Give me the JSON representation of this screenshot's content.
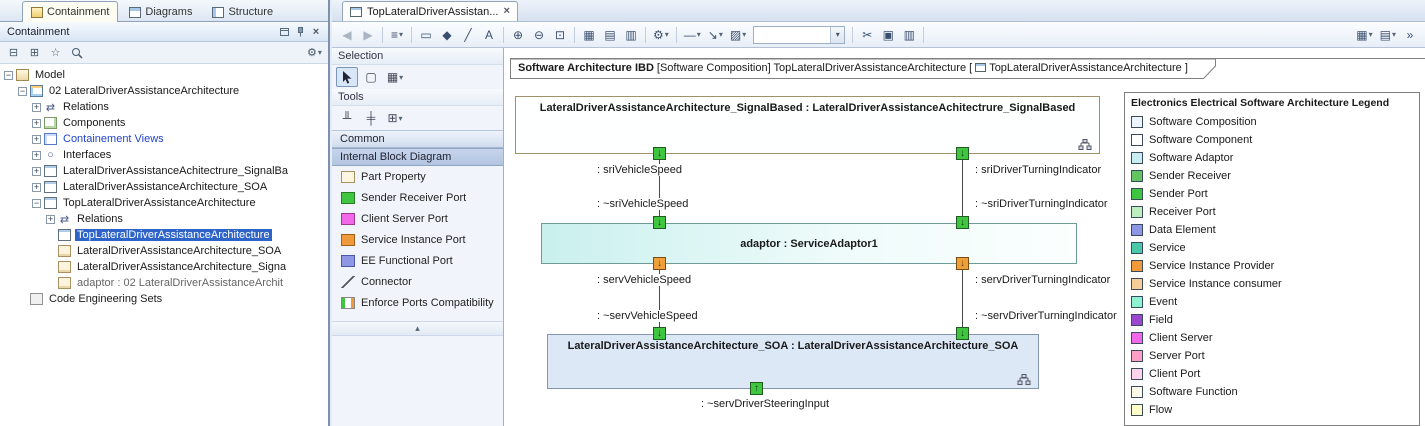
{
  "colors": {
    "selection_highlight": "#2e63c8",
    "sender_port_green": "#3fc53f",
    "service_instance_orange": "#f0a03a",
    "adaptor_fill": "#c9f0ee",
    "soa_block_fill": "#dde8f7",
    "signal_block_border": "#a2906a"
  },
  "left_panel": {
    "tabs": [
      {
        "label": "Containment"
      },
      {
        "label": "Diagrams"
      },
      {
        "label": "Structure"
      }
    ],
    "panel_title": "Containment",
    "header_icon_names": [
      "float-window-icon",
      "pin-icon",
      "close-icon"
    ],
    "toolbar_icon_names": [
      "collapse-all-icon",
      "filter-icon",
      "favorites-icon",
      "search-icon",
      "settings-icon"
    ],
    "tree": [
      {
        "label": "Model",
        "level": 0,
        "exp": "minus",
        "icon": "model"
      },
      {
        "label": "02 LateralDriverAssistanceArchitecture",
        "level": 1,
        "exp": "minus",
        "icon": "package-diagram"
      },
      {
        "label": "Relations",
        "level": 2,
        "exp": "plus",
        "icon": "relations"
      },
      {
        "label": "Components",
        "level": 2,
        "exp": "plus",
        "icon": "components"
      },
      {
        "label": "Containement Views",
        "level": 2,
        "exp": "plus",
        "icon": "views",
        "link": true
      },
      {
        "label": "Interfaces",
        "level": 2,
        "exp": "plus",
        "icon": "interfaces"
      },
      {
        "label": "LateralDriverAssistanceAchitectrure_SignalBa",
        "level": 2,
        "exp": "plus",
        "icon": "ibd-diagram"
      },
      {
        "label": "LateralDriverAssistanceArchitecture_SOA",
        "level": 2,
        "exp": "plus",
        "icon": "ibd-diagram"
      },
      {
        "label": "TopLateralDriverAssistanceArchitecture",
        "level": 2,
        "exp": "minus",
        "icon": "ibd-diagram"
      },
      {
        "label": "Relations",
        "level": 3,
        "exp": "plus",
        "icon": "relations"
      },
      {
        "label": "TopLateralDriverAssistanceArchitecture",
        "level": 3,
        "exp": "none",
        "icon": "ibd-diagram",
        "selected": true
      },
      {
        "label": "LateralDriverAssistanceArchitecture_SOA",
        "level": 3,
        "exp": "none",
        "icon": "part"
      },
      {
        "label": "LateralDriverAssistanceArchitecture_Signa",
        "level": 3,
        "exp": "none",
        "icon": "part"
      },
      {
        "label": "adaptor : 02 LateralDriverAssistanceArchit",
        "level": 3,
        "exp": "none",
        "icon": "part",
        "muted": true
      },
      {
        "label": "Code Engineering Sets",
        "level": 1,
        "exp": "none",
        "icon": "code"
      }
    ]
  },
  "document": {
    "tab_label": "TopLateralDriverAssistan..."
  },
  "toolbar": {
    "items": [
      {
        "name": "back-icon",
        "glyph": "◀",
        "muted": true
      },
      {
        "name": "forward-icon",
        "glyph": "▶",
        "muted": true
      },
      {
        "sep": true
      },
      {
        "name": "containment-mode-icon",
        "glyph": "≡",
        "dd": true
      },
      {
        "sep": true
      },
      {
        "name": "note-icon",
        "glyph": "▭"
      },
      {
        "name": "anchor-icon",
        "glyph": "◆"
      },
      {
        "name": "line-icon",
        "glyph": "╱"
      },
      {
        "name": "text-box-icon",
        "glyph": "A"
      },
      {
        "sep": true
      },
      {
        "name": "zoom-in-icon",
        "glyph": "⊕"
      },
      {
        "name": "zoom-out-icon",
        "glyph": "⊖"
      },
      {
        "name": "zoom-fit-icon",
        "glyph": "⊡"
      },
      {
        "sep": true
      },
      {
        "name": "dependency-matrix-icon",
        "glyph": "▦"
      },
      {
        "name": "table-icon",
        "glyph": "▤"
      },
      {
        "name": "documentation-icon",
        "glyph": "▥"
      },
      {
        "sep": true
      },
      {
        "name": "gear-icon",
        "glyph": "⚙",
        "dd": true
      },
      {
        "sep": true
      },
      {
        "name": "line-style-icon",
        "glyph": "—",
        "dd": true
      },
      {
        "name": "arrow-style-icon",
        "glyph": "↘",
        "dd": true
      },
      {
        "name": "fill-color-icon",
        "glyph": "▨",
        "dd": true
      },
      {
        "combo": true
      },
      {
        "sep": true
      },
      {
        "name": "cut-icon",
        "glyph": "✂"
      },
      {
        "name": "copy-icon",
        "glyph": "▣"
      },
      {
        "name": "paste-icon",
        "glyph": "▥"
      },
      {
        "sep": true
      },
      {
        "name": "grid-options-icon",
        "glyph": "▦",
        "dd": true,
        "right": true
      },
      {
        "name": "layout-options-icon",
        "glyph": "▤",
        "dd": true
      },
      {
        "name": "toolbar-overflow-icon",
        "glyph": "»"
      }
    ]
  },
  "palette": {
    "selection_header": "Selection",
    "tools_header": "Tools",
    "selection_tool_names": [
      "select-cursor-icon",
      "marquee-select-icon",
      "magnifier-tool-icon"
    ],
    "tools_tool_names": [
      "align-icon",
      "distribute-icon",
      "match-size-icon"
    ],
    "section_common": "Common",
    "section_ibd": "Internal Block Diagram",
    "items": [
      {
        "label": "Part Property",
        "icon": "part-property-icon"
      },
      {
        "label": "Sender Receiver Port",
        "icon": "sender-receiver-port-icon"
      },
      {
        "label": "Client Server Port",
        "icon": "client-server-port-icon"
      },
      {
        "label": "Service Instance Port",
        "icon": "service-instance-port-icon"
      },
      {
        "label": "EE Functional Port",
        "icon": "ee-functional-port-icon"
      },
      {
        "label": "Connector",
        "icon": "connector-icon"
      },
      {
        "label": "Enforce Ports Compatibility",
        "icon": "enforce-ports-icon"
      }
    ]
  },
  "diagram": {
    "frame_title_bold": "Software Architecture IBD",
    "frame_title_mid": "[Software Composition] TopLateralDriverAssistanceArchitecture [",
    "frame_title_tail": "TopLateralDriverAssistanceArchitecture ]",
    "blocks": {
      "signal_based": "LateralDriverAssistanceArchitecture_SignalBased : LateralDriverAssistanceAchitectrure_SignalBased",
      "adaptor": "adaptor : ServiceAdaptor1",
      "soa": "LateralDriverAssistanceArchitecture_SOA : LateralDriverAssistanceArchitecture_SOA"
    },
    "port_labels": {
      "sri_vehicle_speed": ": sriVehicleSpeed",
      "sri_driver_turning": ": sriDriverTurningIndicator",
      "tilde_sri_vehicle_speed": ": ~sriVehicleSpeed",
      "tilde_sri_driver_turning": ": ~sriDriverTurningIndicator",
      "serv_vehicle_speed": ": servVehicleSpeed",
      "serv_driver_turning": ": servDriverTurningIndicator",
      "tilde_serv_vehicle_speed": ": ~servVehicleSpeed",
      "tilde_serv_driver_turning": ": ~servDriverTurningIndicator",
      "tilde_serv_driver_steering": ": ~servDriverSteeringInput"
    }
  },
  "legend": {
    "title": "Electronics Electrical Software Architecture Legend",
    "items": [
      {
        "label": "Software Composition",
        "color": "#eef4fc"
      },
      {
        "label": "Software Component",
        "color": "#ffffff"
      },
      {
        "label": "Software Adaptor",
        "color": "#c9eef0"
      },
      {
        "label": "Sender Receiver",
        "color": "#62c462"
      },
      {
        "label": "Sender Port",
        "color": "#3fc53f"
      },
      {
        "label": "Receiver Port",
        "color": "#bdeebd"
      },
      {
        "label": "Data Element",
        "color": "#8e97e3"
      },
      {
        "label": "Service",
        "color": "#49c9a9"
      },
      {
        "label": "Service Instance Provider",
        "color": "#f09a3c"
      },
      {
        "label": "Service Instance consumer",
        "color": "#f8cc96"
      },
      {
        "label": "Event",
        "color": "#8df2d2"
      },
      {
        "label": "Field",
        "color": "#9a46cf"
      },
      {
        "label": "Client Server",
        "color": "#f168e8"
      },
      {
        "label": "Server Port",
        "color": "#ff9ec4"
      },
      {
        "label": "Client Port",
        "color": "#ffd4ea"
      },
      {
        "label": "Software Function",
        "color": "#fbfbe8"
      },
      {
        "label": "Flow",
        "color": "#ffffc8"
      }
    ]
  }
}
